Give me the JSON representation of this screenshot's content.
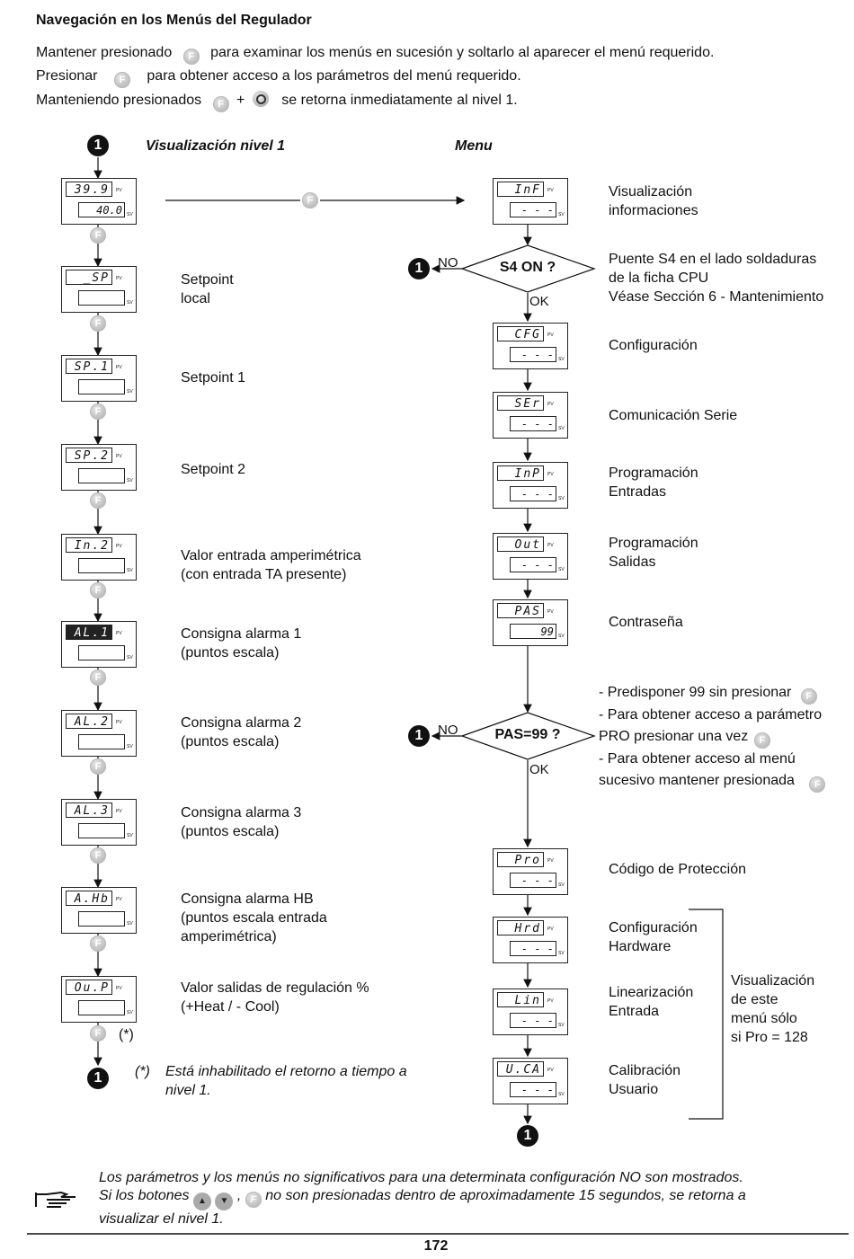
{
  "title": "Navegación en los Menús del Regulador",
  "intro": {
    "l1a": "Mantener presionado",
    "l1b": "para examinar los menús en sucesión y soltarlo al aparecer el menú requerido.",
    "l2a": "Presionar",
    "l2b": "para obtener acceso a los parámetros del menú requerido.",
    "l3a": "Manteniendo presionados",
    "l3plus": "+",
    "l3b": "se retorna inmediatamente al nivel 1."
  },
  "icons": {
    "f_key": "F",
    "num_one": "1",
    "up_key": "▲",
    "down_key": "▼"
  },
  "left": {
    "heading": "Visualización nivel 1",
    "first_display": {
      "pv": "39.9",
      "sv": "40.0"
    },
    "items": [
      {
        "pv": "_SP",
        "l1": "Setpoint",
        "l2": "local"
      },
      {
        "pv": "SP.1",
        "l1": "Setpoint 1",
        "l2": ""
      },
      {
        "pv": "SP.2",
        "l1": "Setpoint 2",
        "l2": ""
      },
      {
        "pv": "In.2",
        "l1": "Valor entrada amperimétrica",
        "l2": "(con entrada TA presente)"
      },
      {
        "pv": "AL.1",
        "l1": "Consigna alarma 1",
        "l2": "(puntos escala)"
      },
      {
        "pv": "AL.2",
        "l1": "Consigna alarma 2",
        "l2": "(puntos escala)"
      },
      {
        "pv": "AL.3",
        "l1": "Consigna alarma 3",
        "l2": "(puntos escala)"
      },
      {
        "pv": "A.Hb",
        "l1": "Consigna alarma HB",
        "l2": "(puntos escala entrada",
        "l3": "amperimétrica)"
      },
      {
        "pv": "Ou.P",
        "l1": "Valor salidas de regulación %",
        "l2": "(+Heat / - Cool)"
      }
    ],
    "asterisk": "(*)",
    "footnote_mark": "(*)",
    "footnote_l1": "Está inhabilitado el retorno a tiempo a",
    "footnote_l2": "nivel 1."
  },
  "right": {
    "heading": "Menu",
    "sv_dash": "- - -",
    "inf": {
      "pv": "InF",
      "l1": "Visualización",
      "l2": "informaciones"
    },
    "s4": {
      "text": "S4 ON ?",
      "no": "NO",
      "ok": "OK",
      "l1": "Puente S4 en el lado soldaduras",
      "l2": "de la ficha CPU",
      "l3": "Véase Sección 6 - Mantenimiento"
    },
    "cfg": {
      "pv": "CFG",
      "l1": "Configuración"
    },
    "ser": {
      "pv": "SEr",
      "l1": "Comunicación Serie"
    },
    "inp": {
      "pv": "InP",
      "l1": "Programación",
      "l2": "Entradas"
    },
    "out": {
      "pv": "Out",
      "l1": "Programación",
      "l2": "Salidas"
    },
    "pas": {
      "pv": "PAS",
      "sv": "99",
      "l1": "Contraseña"
    },
    "pas99": {
      "text": "PAS=99 ?",
      "no": "NO",
      "ok": "OK",
      "l1": "- Predisponer 99 sin presionar",
      "l2": "- Para obtener acceso a parámetro",
      "l3": "PRO presionar una vez",
      "l4": "- Para obtener acceso al menú",
      "l5": "sucesivo mantener presionada"
    },
    "pro": {
      "pv": "Pro",
      "l1": "Código de Protección"
    },
    "hrd": {
      "pv": "Hrd",
      "l1": "Configuración",
      "l2": "Hardware"
    },
    "lin": {
      "pv": "Lin",
      "l1": "Linearización",
      "l2": "Entrada"
    },
    "uca": {
      "pv": "U.CA",
      "l1": "Calibración",
      "l2": "Usuario"
    },
    "bracket": {
      "l1": "Visualización",
      "l2": "de este",
      "l3": "menú sólo",
      "l4": "si Pro = 128"
    }
  },
  "note": {
    "l1": "Los parámetros y los menús no significativos para una determinata configuración NO son mostrados.",
    "l2a": "Si los botones",
    "l2sep": ",",
    "l2b": "no son presionadas dentro de aproximadamente 15 segundos, se retorna a",
    "l3": "visualizar el nivel 1."
  },
  "page_number": "172",
  "display_tags": {
    "pv": "PV",
    "sv": "SV"
  }
}
